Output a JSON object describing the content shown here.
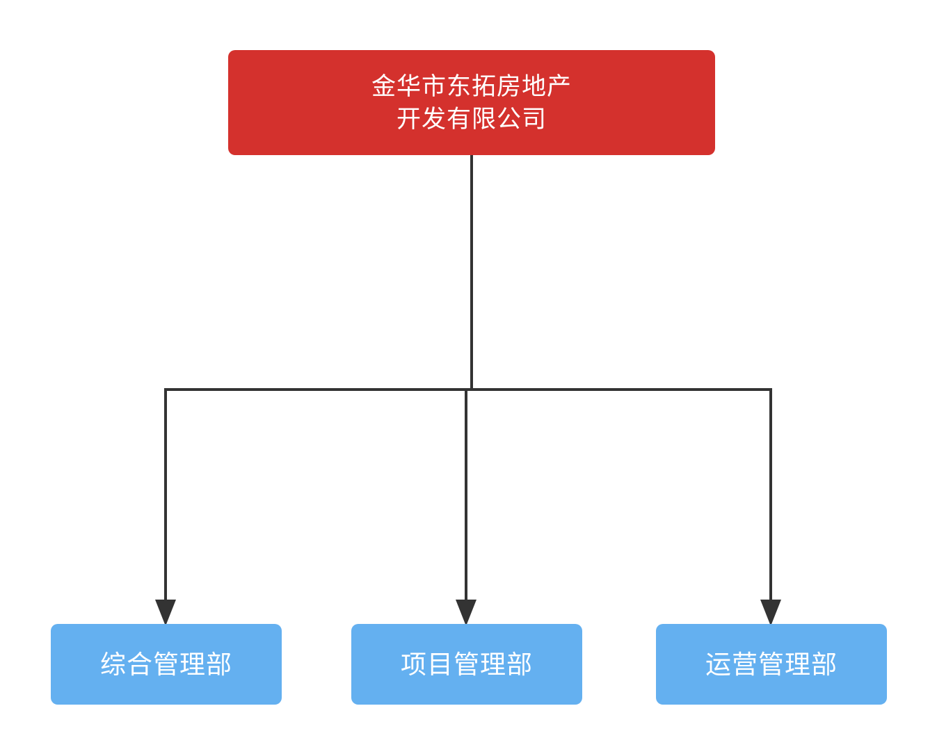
{
  "org_chart": {
    "root": {
      "line1": "金华市东拓房地产",
      "line2": "开发有限公司",
      "fill_color": "#d4312d",
      "text_color": "#ffffff"
    },
    "departments": [
      {
        "label": "综合管理部"
      },
      {
        "label": "项目管理部"
      },
      {
        "label": "运营管理部"
      }
    ],
    "department_fill_color": "#64b0f0",
    "department_text_color": "#ffffff",
    "connector_color": "#333333",
    "background_color": "#ffffff"
  }
}
